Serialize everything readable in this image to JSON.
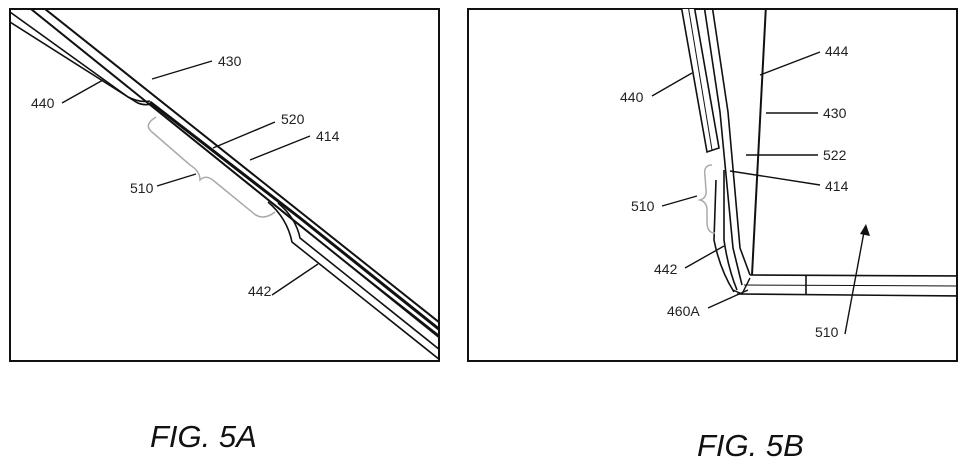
{
  "figures": [
    {
      "caption": "FIG. 5A",
      "labels": {
        "l430": "430",
        "l440": "440",
        "l520": "520",
        "l414": "414",
        "l510": "510",
        "l442": "442"
      }
    },
    {
      "caption": "FIG. 5B",
      "labels": {
        "l444": "444",
        "l440": "440",
        "l430": "430",
        "l522": "522",
        "l414": "414",
        "l510a": "510",
        "l442": "442",
        "l460a": "460A",
        "l510b": "510"
      }
    }
  ]
}
